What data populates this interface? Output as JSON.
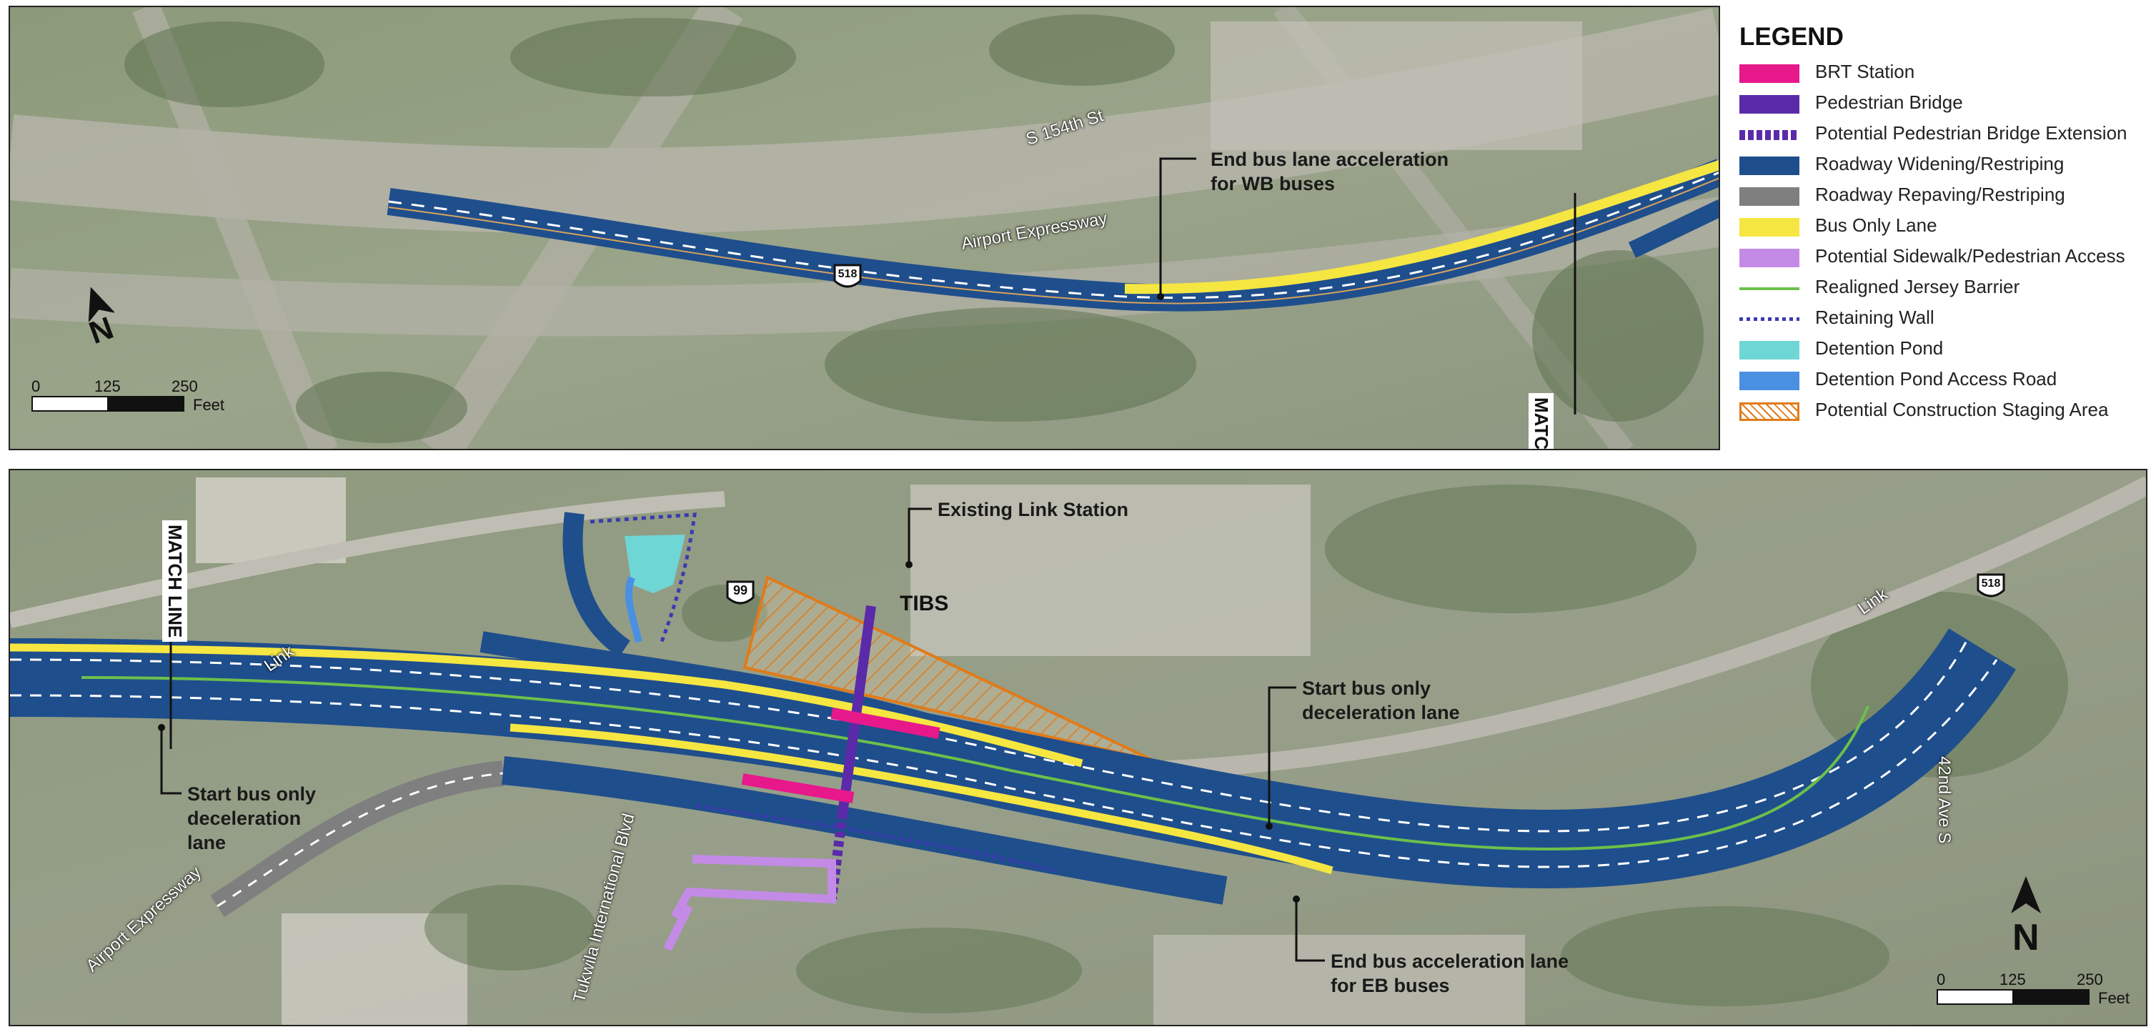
{
  "legend": {
    "title": "LEGEND",
    "items": [
      {
        "label": "BRT Station",
        "color": "#e6188a",
        "style": "solid"
      },
      {
        "label": "Pedestrian Bridge",
        "color": "#5b2aa8",
        "style": "solid"
      },
      {
        "label": "Potential Pedestrian Bridge Extension",
        "color": "#5b2aa8",
        "style": "dashed"
      },
      {
        "label": "Roadway Widening/Restriping",
        "color": "#1f4e8c",
        "style": "solid"
      },
      {
        "label": "Roadway Repaving/Restriping",
        "color": "#7f7f7f",
        "style": "solid"
      },
      {
        "label": "Bus Only Lane",
        "color": "#f5e642",
        "style": "solid"
      },
      {
        "label": "Potential Sidewalk/Pedestrian Access",
        "color": "#c48be6",
        "style": "solid"
      },
      {
        "label": "Realigned Jersey Barrier",
        "color": "#6cc04a",
        "style": "line"
      },
      {
        "label": "Retaining Wall",
        "color": "#3a3ab0",
        "style": "dotted"
      },
      {
        "label": "Detention Pond",
        "color": "#6fd6d6",
        "style": "solid"
      },
      {
        "label": "Detention Pond Access Road",
        "color": "#4a90e2",
        "style": "solid"
      },
      {
        "label": "Potential Construction Staging Area",
        "color": "#e07b1a",
        "style": "hatched"
      }
    ]
  },
  "top_map": {
    "street_labels": [
      "S 154th St",
      "Airport Expressway"
    ],
    "callout": {
      "line1": "End bus lane acceleration",
      "line2": "for WB buses"
    },
    "match_line": "MATCH LINE",
    "route_shield": "518",
    "scale": {
      "ticks": [
        "0",
        "125",
        "250"
      ],
      "unit": "Feet"
    },
    "north": "N"
  },
  "bottom_map": {
    "match_line": "MATCH LINE",
    "street_labels": [
      "Link",
      "Link",
      "Airport Expressway",
      "Tukwila International Blvd",
      "42nd Ave S"
    ],
    "station_label": "TIBS",
    "route_shields": [
      "99",
      "518"
    ],
    "callouts": {
      "existing_link": {
        "line1": "Existing Link Station"
      },
      "start_left": {
        "line1": "Start bus only",
        "line2": "deceleration",
        "line3": "lane"
      },
      "start_right": {
        "line1": "Start bus only",
        "line2": "deceleration lane"
      },
      "end_eb": {
        "line1": "End bus acceleration lane",
        "line2": "for EB buses"
      }
    },
    "scale": {
      "ticks": [
        "0",
        "125",
        "250"
      ],
      "unit": "Feet"
    },
    "north": "N"
  }
}
